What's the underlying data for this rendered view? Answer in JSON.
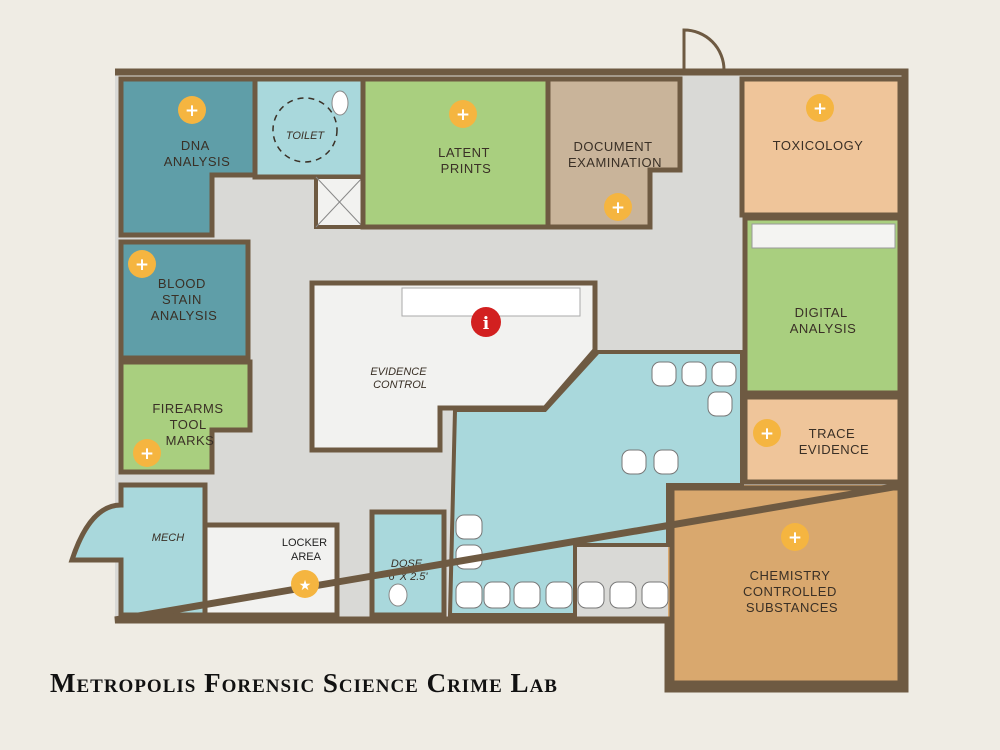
{
  "title": "Metropolis Forensic Science Crime Lab",
  "colors": {
    "wall": "#6e5a42",
    "hall": "#d9d9d6",
    "teal_room": "#5f9ea8",
    "pale_teal": "#a9d8dc",
    "green_room": "#a9cf7f",
    "peach_room": "#efc59a",
    "tan_room": "#c9b49a",
    "orange_room": "#d9a86e",
    "marker": "#f5b540",
    "info_marker": "#d22020"
  },
  "rooms": {
    "dna": [
      "DNA",
      "ANALYSIS"
    ],
    "toilet": [
      "TOILET"
    ],
    "latent": [
      "LATENT",
      "PRINTS"
    ],
    "document": [
      "DOCUMENT",
      "EXAMINATION"
    ],
    "toxicology": [
      "TOXICOLOGY"
    ],
    "blood": [
      "BLOOD",
      "STAIN",
      "ANALYSIS"
    ],
    "firearms": [
      "FIREARMS",
      "TOOL",
      "MARKS"
    ],
    "evidence": [
      "EVIDENCE",
      "CONTROL"
    ],
    "digital": [
      "DIGITAL",
      "ANALYSIS"
    ],
    "trace": [
      "TRACE",
      "EVIDENCE"
    ],
    "mech": [
      "MECH"
    ],
    "locker": [
      "LOCKER",
      "AREA"
    ],
    "dose": [
      "DOSE",
      "6' X 2.5'"
    ],
    "chemistry": [
      "CHEMISTRY",
      "CONTROLLED",
      "SUBSTANCES"
    ]
  },
  "markers": {
    "plus_glyph": "+",
    "star_glyph": "★",
    "info_glyph": "i"
  }
}
